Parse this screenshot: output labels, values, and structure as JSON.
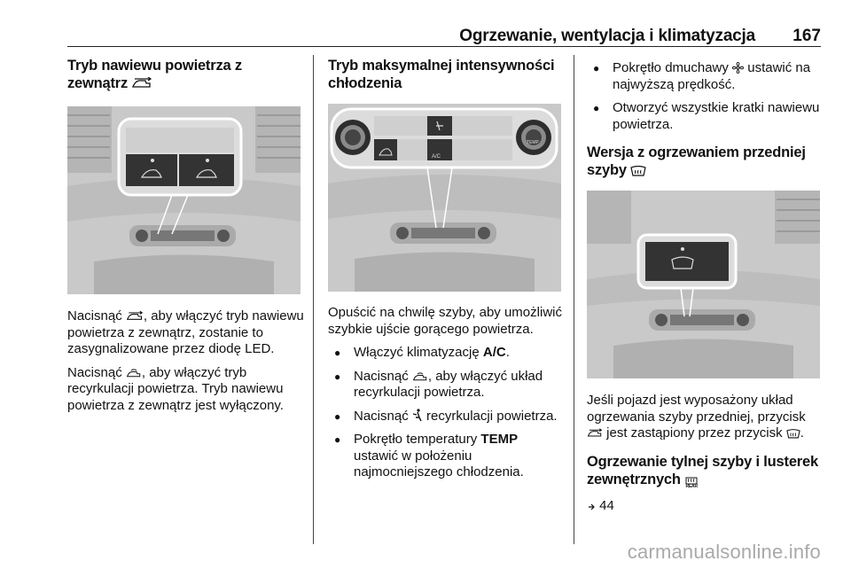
{
  "header": {
    "title": "Ogrzewanie, wentylacja i klimatyzacja",
    "page": "167"
  },
  "col1": {
    "heading_1": "Tryb nawiewu powietrza z",
    "heading_2": "zewnątrz",
    "para1_a": "Nacisnąć",
    "para1_b": ", aby włączyć tryb nawiewu powietrza z zewnątrz, zostanie to zasygnalizowane przez diodę LED.",
    "para2_a": "Nacisnąć",
    "para2_b": ", aby włączyć tryb recyrkulacji powietrza. Tryb nawiewu powietrza z zewnątrz jest wyłączony."
  },
  "col2": {
    "heading": "Tryb maksymalnej intensywności chłodzenia",
    "intro": "Opuścić na chwilę szyby, aby umożliwić szybkie ujście gorącego powietrza.",
    "b1_a": "Włączyć klimatyzację ",
    "b1_bold": "A/C",
    "b1_c": ".",
    "b2_a": "Nacisnąć",
    "b2_b": ", aby włączyć układ recyrkulacji powietrza.",
    "b3_a": "Nacisnąć",
    "b3_b": " recyrkulacji powietrza.",
    "b4_a": "Pokrętło temperatury ",
    "b4_bold": "TEMP",
    "b4_c": " ustawić w położeniu najmocniejszego chłodzenia.",
    "fig_labels": {
      "ac": "A/C",
      "temp": "TEMP"
    }
  },
  "col3": {
    "b1_a": "Pokrętło dmuchawy",
    "b1_b": " ustawić na najwyższą prędkość.",
    "b2": "Otworzyć wszystkie kratki nawiewu powietrza.",
    "heading2": "Wersja z ogrzewaniem przedniej szyby",
    "para_a": "Jeśli pojazd jest wyposażony układ ogrzewania szyby przedniej, przycisk",
    "para_b": " jest zastąpiony przez przycisk",
    "para_c": ".",
    "heading3": "Ogrzewanie tylnej szyby i lusterek zewnętrznych",
    "rear_label": "REAR",
    "ref_num": "44"
  },
  "watermark": "carmanualsonline.info",
  "colors": {
    "figure_bg": "#c8c8c8",
    "panel": "#3a3a3a",
    "text": "#111111",
    "watermark": "#a9a9a9"
  }
}
